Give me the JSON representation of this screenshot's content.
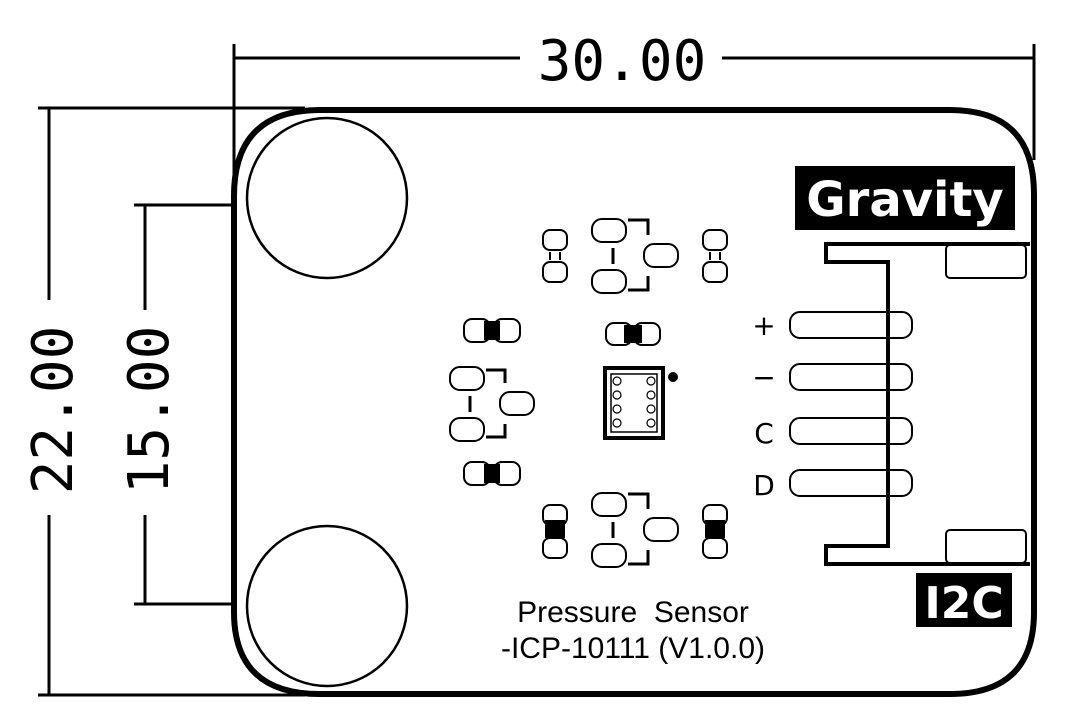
{
  "dimensions": {
    "width": "30.00",
    "height": "22.00",
    "hole_spacing": "15.00"
  },
  "board": {
    "brand": "Gravity",
    "interface": "I2C",
    "label_line1": "Pressure  Sensor",
    "label_line2": "-ICP-10111 (V1.0.0)",
    "pins": [
      "+",
      "−",
      "C",
      "D"
    ]
  }
}
